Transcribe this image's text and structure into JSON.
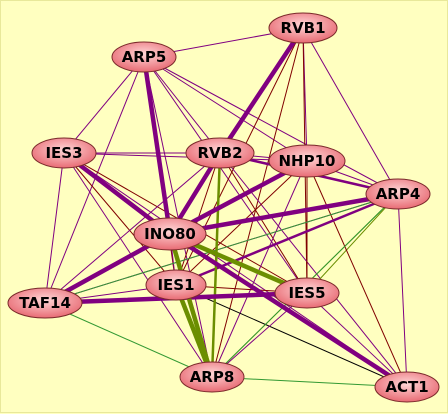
{
  "colors": {
    "background": "#ffffc0",
    "purple": "#800080",
    "darkred": "#800000",
    "olive": "#6b8e00",
    "green": "#339933",
    "black": "#000000",
    "node_fill_start": "#ffd6d6",
    "node_fill_end": "#e86b74",
    "node_stroke": "#7a2a2a"
  },
  "nodes": {
    "RVB1": {
      "label": "RVB1"
    },
    "ARP5": {
      "label": "ARP5"
    },
    "IES3": {
      "label": "IES3"
    },
    "RVB2": {
      "label": "RVB2"
    },
    "NHP10": {
      "label": "NHP10"
    },
    "ARP4": {
      "label": "ARP4"
    },
    "INO80": {
      "label": "INO80"
    },
    "IES1": {
      "label": "IES1"
    },
    "IES5": {
      "label": "IES5"
    },
    "TAF14": {
      "label": "TAF14"
    },
    "ARP8": {
      "label": "ARP8"
    },
    "ACT1": {
      "label": "ACT1"
    }
  },
  "edges": [
    {
      "from": "ARP5",
      "to": "INO80",
      "color": "purple",
      "weight": "thick"
    },
    {
      "from": "RVB1",
      "to": "RVB2",
      "color": "purple",
      "weight": "thick"
    },
    {
      "from": "RVB2",
      "to": "INO80",
      "color": "purple",
      "weight": "thick"
    },
    {
      "from": "NHP10",
      "to": "INO80",
      "color": "purple",
      "weight": "thick"
    },
    {
      "from": "ARP4",
      "to": "INO80",
      "color": "purple",
      "weight": "thick"
    },
    {
      "from": "IES3",
      "to": "INO80",
      "color": "purple",
      "weight": "thick"
    },
    {
      "from": "TAF14",
      "to": "INO80",
      "color": "purple",
      "weight": "thick"
    },
    {
      "from": "INO80",
      "to": "ACT1",
      "color": "purple",
      "weight": "thick"
    },
    {
      "from": "TAF14",
      "to": "IES5",
      "color": "purple",
      "weight": "thick"
    },
    {
      "from": "IES1",
      "to": "ARP4",
      "color": "purple",
      "weight": "medium"
    },
    {
      "from": "RVB2",
      "to": "ARP4",
      "color": "purple",
      "weight": "medium"
    },
    {
      "from": "INO80",
      "to": "IES5",
      "color": "olive",
      "weight": "thick"
    },
    {
      "from": "INO80",
      "to": "ARP8",
      "color": "olive",
      "weight": "thick"
    },
    {
      "from": "IES1",
      "to": "ARP8",
      "color": "olive",
      "weight": "thick"
    },
    {
      "from": "RVB2",
      "to": "ARP8",
      "color": "olive",
      "weight": "medium"
    },
    {
      "from": "ARP5",
      "to": "RVB1",
      "color": "purple",
      "weight": "thin"
    },
    {
      "from": "ARP5",
      "to": "IES3",
      "color": "purple",
      "weight": "thin"
    },
    {
      "from": "ARP5",
      "to": "RVB2",
      "color": "purple",
      "weight": "thin"
    },
    {
      "from": "ARP5",
      "to": "NHP10",
      "color": "purple",
      "weight": "thin"
    },
    {
      "from": "ARP5",
      "to": "ARP4",
      "color": "purple",
      "weight": "thin"
    },
    {
      "from": "ARP5",
      "to": "IES1",
      "color": "darkred",
      "weight": "thin"
    },
    {
      "from": "ARP5",
      "to": "IES5",
      "color": "purple",
      "weight": "thin"
    },
    {
      "from": "ARP5",
      "to": "TAF14",
      "color": "purple",
      "weight": "thin"
    },
    {
      "from": "ARP5",
      "to": "ARP8",
      "color": "purple",
      "weight": "thin"
    },
    {
      "from": "RVB1",
      "to": "NHP10",
      "color": "purple",
      "weight": "thin"
    },
    {
      "from": "RVB1",
      "to": "ARP4",
      "color": "purple",
      "weight": "thin"
    },
    {
      "from": "RVB1",
      "to": "INO80",
      "color": "purple",
      "weight": "thin"
    },
    {
      "from": "RVB1",
      "to": "IES1",
      "color": "darkred",
      "weight": "thin"
    },
    {
      "from": "RVB1",
      "to": "IES5",
      "color": "darkred",
      "weight": "thin"
    },
    {
      "from": "RVB1",
      "to": "ARP8",
      "color": "darkred",
      "weight": "thin"
    },
    {
      "from": "IES3",
      "to": "RVB2",
      "color": "purple",
      "weight": "thin"
    },
    {
      "from": "IES3",
      "to": "NHP10",
      "color": "purple",
      "weight": "thin"
    },
    {
      "from": "IES3",
      "to": "TAF14",
      "color": "purple",
      "weight": "thin"
    },
    {
      "from": "IES3",
      "to": "IES1",
      "color": "darkred",
      "weight": "thin"
    },
    {
      "from": "IES3",
      "to": "IES5",
      "color": "darkred",
      "weight": "thin"
    },
    {
      "from": "IES3",
      "to": "ARP8",
      "color": "purple",
      "weight": "thin"
    },
    {
      "from": "IES3",
      "to": "ACT1",
      "color": "purple",
      "weight": "thin"
    },
    {
      "from": "RVB2",
      "to": "NHP10",
      "color": "purple",
      "weight": "thin"
    },
    {
      "from": "RVB2",
      "to": "IES1",
      "color": "darkred",
      "weight": "thin"
    },
    {
      "from": "RVB2",
      "to": "IES5",
      "color": "darkred",
      "weight": "thin"
    },
    {
      "from": "RVB2",
      "to": "TAF14",
      "color": "purple",
      "weight": "thin"
    },
    {
      "from": "RVB2",
      "to": "ACT1",
      "color": "purple",
      "weight": "thin"
    },
    {
      "from": "NHP10",
      "to": "ARP4",
      "color": "purple",
      "weight": "thin"
    },
    {
      "from": "NHP10",
      "to": "IES1",
      "color": "darkred",
      "weight": "thin"
    },
    {
      "from": "NHP10",
      "to": "IES5",
      "color": "darkred",
      "weight": "thin"
    },
    {
      "from": "NHP10",
      "to": "ARP8",
      "color": "purple",
      "weight": "thin"
    },
    {
      "from": "NHP10",
      "to": "TAF14",
      "color": "purple",
      "weight": "thin"
    },
    {
      "from": "ARP4",
      "to": "IES5",
      "color": "olive",
      "weight": "thin"
    },
    {
      "from": "ARP4",
      "to": "ARP8",
      "color": "olive",
      "weight": "thin"
    },
    {
      "from": "ARP4",
      "to": "ACT1",
      "color": "purple",
      "weight": "thin"
    },
    {
      "from": "ARP4",
      "to": "TAF14",
      "color": "purple",
      "weight": "thin"
    },
    {
      "from": "INO80",
      "to": "IES1",
      "color": "purple",
      "weight": "thin"
    },
    {
      "from": "IES1",
      "to": "IES5",
      "color": "darkred",
      "weight": "thin"
    },
    {
      "from": "IES1",
      "to": "ACT1",
      "color": "black",
      "weight": "thin"
    },
    {
      "from": "IES1",
      "to": "TAF14",
      "color": "purple",
      "weight": "thin"
    },
    {
      "from": "IES5",
      "to": "ARP8",
      "color": "purple",
      "weight": "thin"
    },
    {
      "from": "IES5",
      "to": "ACT1",
      "color": "purple",
      "weight": "thin"
    },
    {
      "from": "TAF14",
      "to": "ARP8",
      "color": "green",
      "weight": "thin"
    },
    {
      "from": "ARP8",
      "to": "ACT1",
      "color": "green",
      "weight": "thin"
    },
    {
      "from": "NHP10",
      "to": "ACT1",
      "color": "darkred",
      "weight": "thin"
    },
    {
      "from": "TAF14",
      "to": "ARP4",
      "color": "green",
      "weight": "thin"
    },
    {
      "from": "ARP8",
      "to": "ARP4",
      "color": "green",
      "weight": "thin"
    }
  ]
}
